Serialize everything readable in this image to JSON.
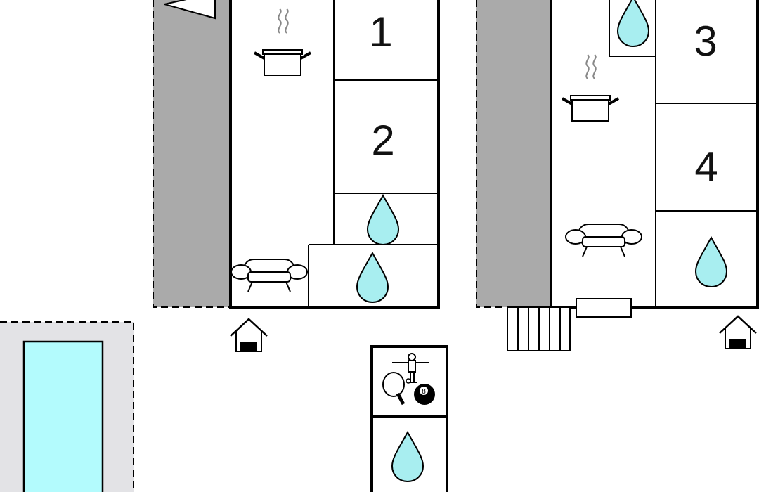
{
  "colors": {
    "wall": "#000000",
    "terrace": "#aaaaaa",
    "pool_surround": "#e3e3e6",
    "pool_water": "#b3fbfd",
    "water_drop": "#a8eef0",
    "background": "#ffffff"
  },
  "rooms": {
    "r1": "1",
    "r2": "2",
    "r3": "3",
    "r4": "4"
  },
  "game_room": {
    "billiard_ball": "8"
  },
  "icons": [
    "compass-arrow-icon",
    "kitchen-pot-icon",
    "sofa-icon",
    "bathroom-drop-icon",
    "entrance-house-icon",
    "table-football-icon",
    "table-tennis-icon",
    "billiard-ball-icon",
    "pool",
    "stairs"
  ]
}
